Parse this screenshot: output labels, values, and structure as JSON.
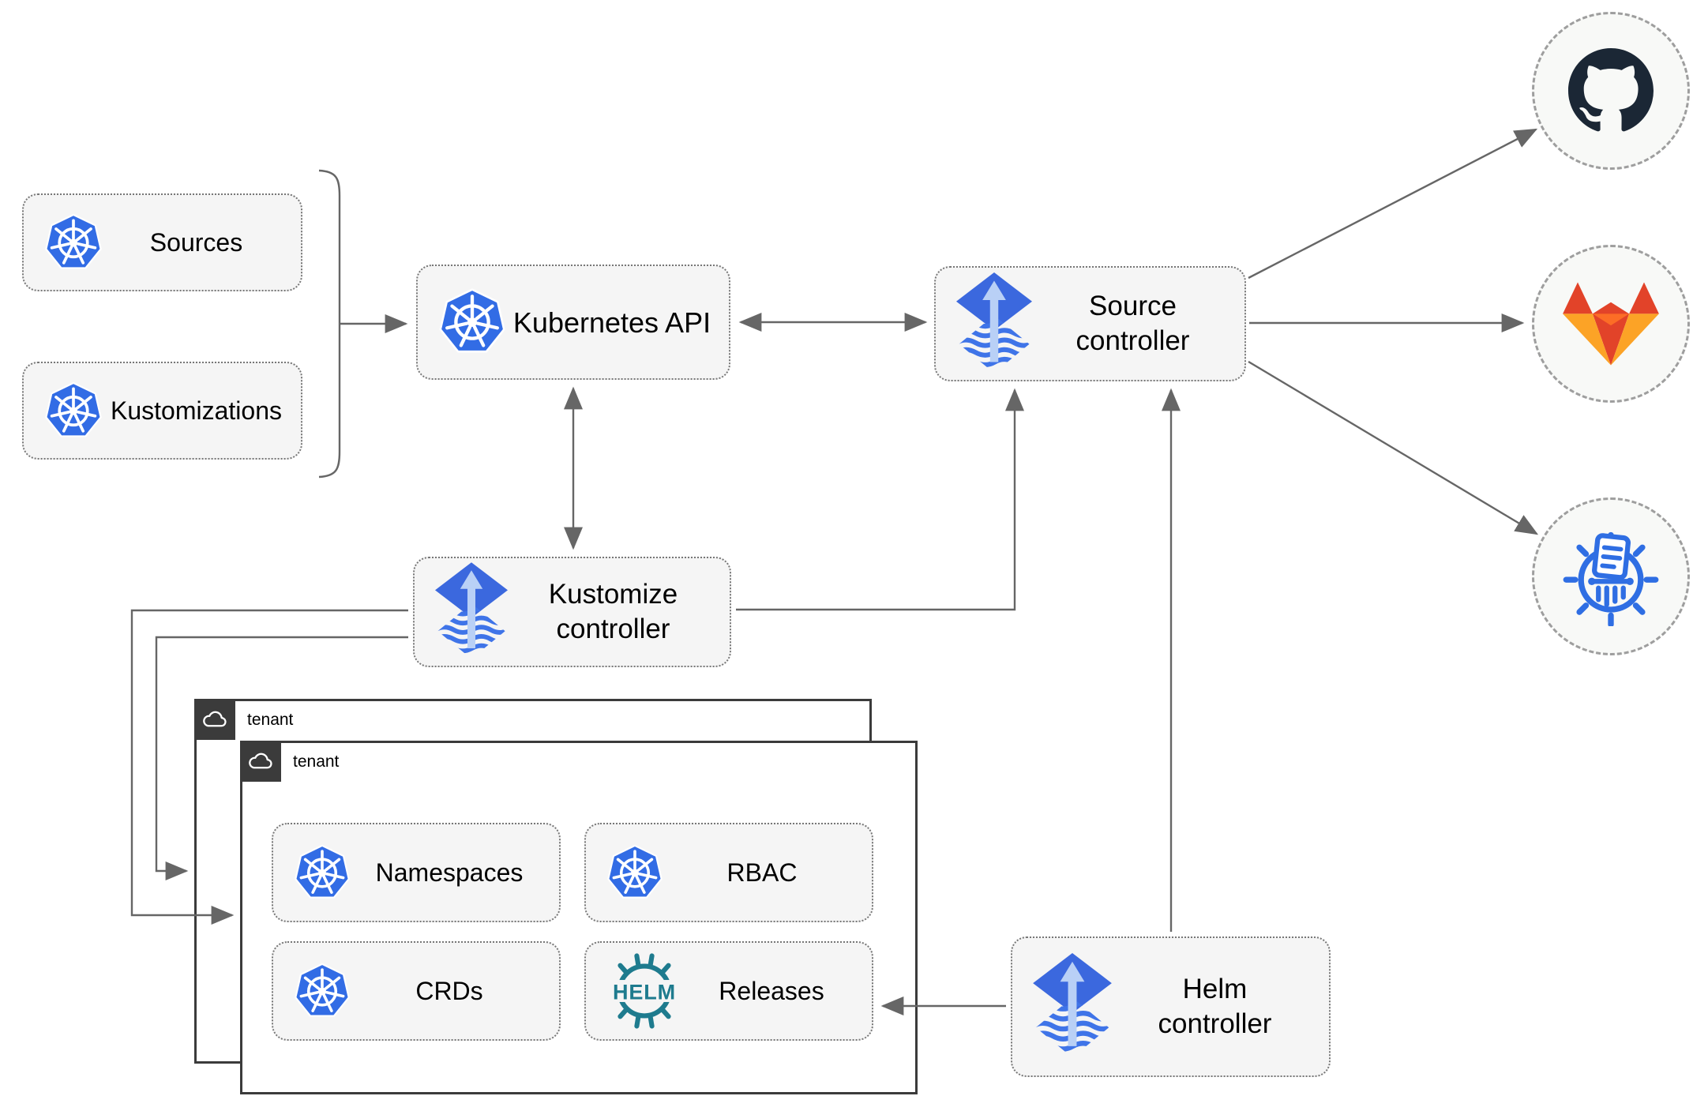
{
  "nodes": {
    "sources": {
      "label": "Sources",
      "icon": "kubernetes"
    },
    "kustomizations": {
      "label": "Kustomizations",
      "icon": "kubernetes"
    },
    "kubernetes_api": {
      "label": "Kubernetes API",
      "icon": "kubernetes"
    },
    "source_controller": {
      "label": "Source controller",
      "icon": "flux"
    },
    "kustomize_controller": {
      "label": "Kustomize controller",
      "icon": "flux"
    },
    "helm_controller": {
      "label": "Helm controller",
      "icon": "flux"
    },
    "namespaces": {
      "label": "Namespaces",
      "icon": "kubernetes"
    },
    "rbac": {
      "label": "RBAC",
      "icon": "kubernetes"
    },
    "crds": {
      "label": "CRDs",
      "icon": "kubernetes"
    },
    "releases": {
      "label": "Releases",
      "icon": "helm"
    }
  },
  "groups": {
    "outer_tenant": {
      "label": "tenant",
      "icon": "cloud"
    },
    "inner_tenant": {
      "label": "tenant",
      "icon": "cloud"
    }
  },
  "endpoints": {
    "github": {
      "icon": "github"
    },
    "gitlab": {
      "icon": "gitlab"
    },
    "kustomize": {
      "icon": "kustomize-shredder"
    }
  },
  "logo_text": {
    "helm": "HELM"
  },
  "edges": [
    {
      "from": "sources/kustomizations",
      "to": "kubernetes_api",
      "style": "arrow"
    },
    {
      "from": "kubernetes_api",
      "to": "source_controller",
      "style": "double-arrow"
    },
    {
      "from": "kubernetes_api",
      "to": "kustomize_controller",
      "style": "double-arrow"
    },
    {
      "from": "kustomize_controller",
      "to": "source_controller",
      "style": "arrow"
    },
    {
      "from": "kustomize_controller",
      "to": "inner_tenant",
      "style": "arrow"
    },
    {
      "from": "kustomize_controller",
      "to": "outer_tenant",
      "style": "arrow"
    },
    {
      "from": "helm_controller",
      "to": "source_controller",
      "style": "arrow"
    },
    {
      "from": "helm_controller",
      "to": "releases",
      "style": "arrow"
    },
    {
      "from": "source_controller",
      "to": "github",
      "style": "arrow"
    },
    {
      "from": "source_controller",
      "to": "gitlab",
      "style": "arrow"
    },
    {
      "from": "source_controller",
      "to": "kustomize",
      "style": "arrow"
    }
  ],
  "colors": {
    "kubernetes_blue": "#326ce5",
    "flux_blue": "#3b68de",
    "flux_light_blue": "#b9d0f6",
    "helm_teal": "#1e7b8e",
    "gitlab_red": "#e24329",
    "gitlab_yellow": "#fca326",
    "github_dark": "#1b2735",
    "line_gray": "#666666",
    "node_fill": "#f5f5f5",
    "group_border": "#3b3b3b"
  }
}
